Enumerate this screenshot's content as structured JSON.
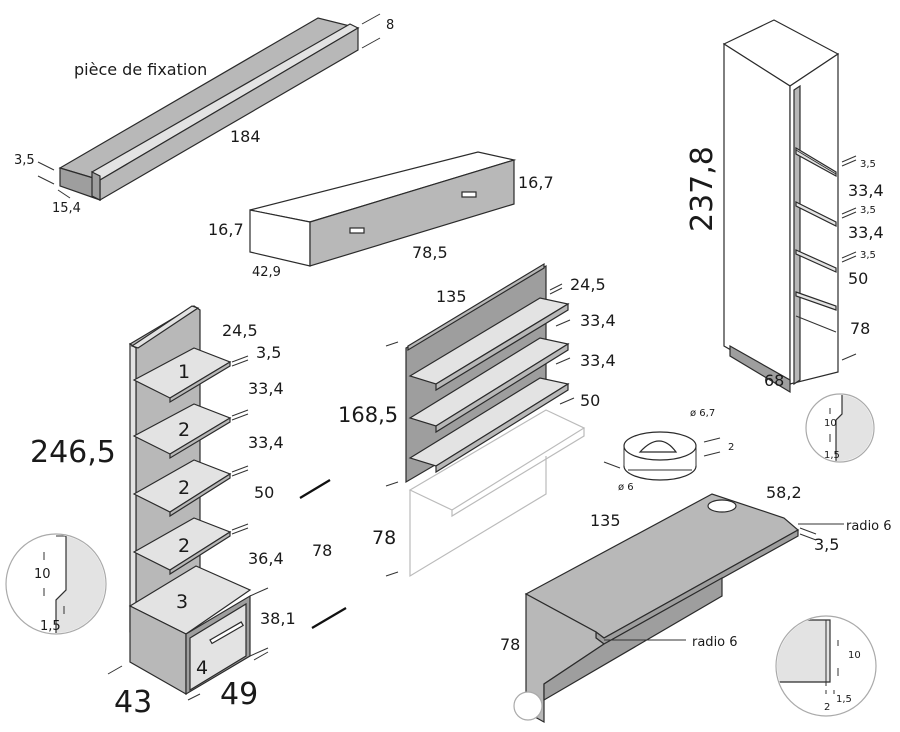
{
  "labels": {
    "fixation_title": "pièce de fixation",
    "fix_184": "184",
    "fix_8": "8",
    "fix_35": "3,5",
    "fix_154": "15,4",
    "box_167_right": "16,7",
    "box_167_left": "16,7",
    "box_785": "78,5",
    "box_429": "42,9",
    "tower_2378": "237,8",
    "tower_35_a": "3,5",
    "tower_334_a": "33,4",
    "tower_35_b": "3,5",
    "tower_334_b": "33,4",
    "tower_35_c": "3,5",
    "tower_50": "50",
    "tower_78": "78",
    "tower_68": "68",
    "tower_detail_10": "10",
    "tower_detail_15": "1,5",
    "wall_135": "135",
    "wall_245": "24,5",
    "wall_334_a": "33,4",
    "wall_334_b": "33,4",
    "wall_50": "50",
    "wall_1685": "168,5",
    "wall_78": "78",
    "grommet_d67": "ø 6,7",
    "grommet_2": "2",
    "grommet_d6": "ø 6",
    "desk_582": "58,2",
    "desk_135": "135",
    "desk_radio_top": "radio 6",
    "desk_35": "3,5",
    "desk_radio_bottom": "radio 6",
    "desk_78": "78",
    "desk_detail_10": "10",
    "desk_detail_2": "2",
    "desk_detail_15": "1,5",
    "shelf_245": "24,5",
    "shelf_35": "3,5",
    "shelf_334_a": "33,4",
    "shelf_334_b": "33,4",
    "shelf_50": "50",
    "shelf_364": "36,4",
    "shelf_381": "38,1",
    "shelf_78": "78",
    "shelf_2465": "246,5",
    "shelf_43": "43",
    "shelf_49": "49",
    "shelf_detail_10": "10",
    "shelf_detail_15": "1,5",
    "num_1": "1",
    "num_2a": "2",
    "num_2b": "2",
    "num_2c": "2",
    "num_3": "3",
    "num_4": "4"
  }
}
